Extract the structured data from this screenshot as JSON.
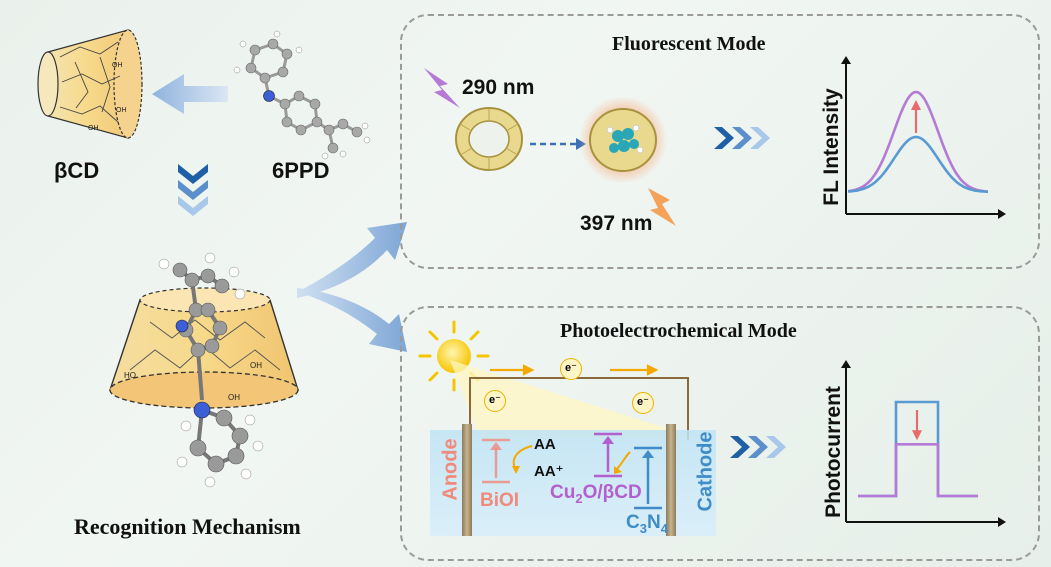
{
  "left": {
    "bcd_label": "βCD",
    "ppd_label": "6PPD",
    "recognition_label": "Recognition Mechanism"
  },
  "fluorescent": {
    "title": "Fluorescent Mode",
    "excitation": "290 nm",
    "emission": "397 nm",
    "chart": {
      "type": "line",
      "ylabel": "FL Intensity",
      "series": [
        {
          "color": "#b47ad6",
          "peak": 1.0
        },
        {
          "color": "#5a9ad3",
          "peak": 0.55
        }
      ]
    }
  },
  "pec": {
    "title": "Photoelectrochemical Mode",
    "electron": "e⁻",
    "anode": "Anode",
    "cathode": "Cathode",
    "aa": "AA",
    "aa_plus": "AA⁺",
    "bioi": "BiOI",
    "cu2o_main": "Cu",
    "cu2o_sub": "2",
    "cu2o_rest": "O/βCD",
    "c3n4_c": "C",
    "c3n4_3": "3",
    "c3n4_n": "N",
    "c3n4_4": "4",
    "chart": {
      "type": "line",
      "ylabel": "Photocurrent",
      "series": [
        {
          "color": "#5a9ad3",
          "level": 1.0
        },
        {
          "color": "#b47ad6",
          "level": 0.55
        }
      ]
    }
  },
  "colors": {
    "panel_border": "#9a9a9a",
    "arrow_blue": "#8fb3de",
    "chevron_dark": "#1f5fa6",
    "chevron_light": "#9cc0e6",
    "cone_fill": "#f7d98a",
    "anode_color": "#f08a7a",
    "cu2o_color": "#b25fd0",
    "c3n4_color": "#3f8cc9"
  }
}
